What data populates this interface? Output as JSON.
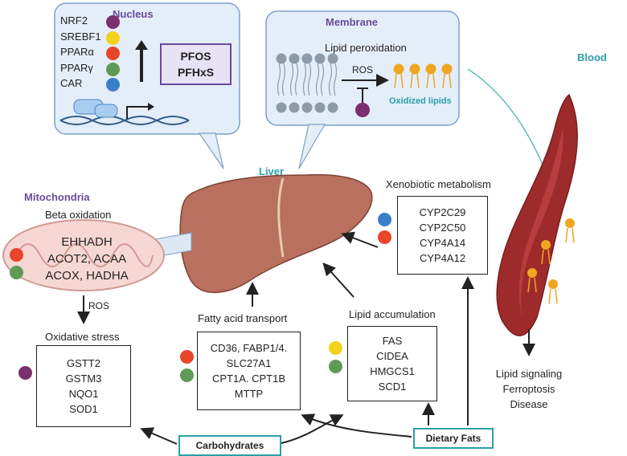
{
  "colors": {
    "nrf2": "#7b2f6e",
    "srebf1": "#f2d21b",
    "ppara": "#e8452a",
    "pparg": "#5f9a56",
    "car": "#3a7fc9",
    "panel_fill": "#e4eef9",
    "panel_border": "#7f9fc9",
    "title_purple": "#6a4a9a",
    "title_teal": "#2aa0a8",
    "liver": "#b9705e",
    "vessel": "#9e2b2b",
    "lipid": "#f0a620"
  },
  "nucleus": {
    "title": "Nucleus",
    "factors": [
      {
        "label": "NRF2",
        "color_key": "nrf2"
      },
      {
        "label": "SREBF1",
        "color_key": "srebf1"
      },
      {
        "label": "PPARα",
        "color_key": "ppara"
      },
      {
        "label": "PPARγ",
        "color_key": "pparg"
      },
      {
        "label": "CAR",
        "color_key": "car"
      }
    ],
    "compounds": [
      "PFOS",
      "PFHxS"
    ]
  },
  "membrane": {
    "title": "Membrane",
    "subtitle": "Lipid peroxidation",
    "ros": "ROS",
    "oxidized": "Oxidized lipids"
  },
  "blood": {
    "title": "Blood",
    "outcomes": [
      "Lipid signaling",
      "Ferroptosis",
      "Disease"
    ]
  },
  "liver": {
    "title": "Liver"
  },
  "mito": {
    "title": "Mitochondria",
    "subtitle": "Beta oxidation",
    "genes": [
      "EHHADH",
      "ACOT2, ACAA",
      "ACOX, HADHA"
    ],
    "ros": "ROS"
  },
  "oxidative": {
    "title": "Oxidative stress",
    "genes": [
      "GSTT2",
      "GSTM3",
      "NQO1",
      "SOD1"
    ]
  },
  "fatty": {
    "title": "Fatty acid transport",
    "genes": [
      "CD36, FABP1/4.",
      "SLC27A1",
      "CPT1A. CPT1B",
      "MTTP"
    ]
  },
  "lipidacc": {
    "title": "Lipid accumulation",
    "genes": [
      "FAS",
      "CIDEA",
      "HMGCS1",
      "SCD1"
    ]
  },
  "xeno": {
    "title": "Xenobiotic metabolism",
    "genes": [
      "CYP2C29",
      "CYP2C50",
      "CYP4A14",
      "CYP4A12"
    ]
  },
  "inputs": {
    "carbs": "Carbohydrates",
    "fats": "Dietary Fats"
  }
}
